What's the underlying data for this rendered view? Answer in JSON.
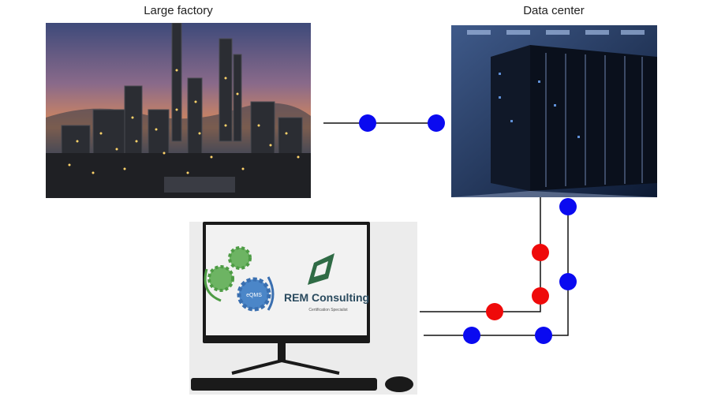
{
  "captions": {
    "factory": "Large factory",
    "datacenter": "Data center"
  },
  "computer": {
    "brand": "REM Consulting",
    "tagline": "Certification Specialist",
    "gear_label": "eQMS"
  },
  "colors": {
    "node_blue": "#0a0af0",
    "node_red": "#ef0a0a",
    "line": "#111111"
  }
}
